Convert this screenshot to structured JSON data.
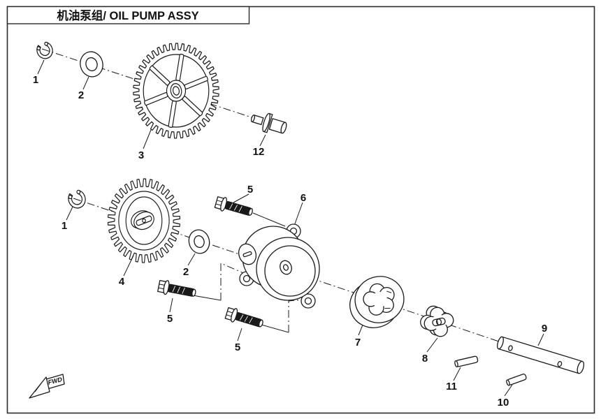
{
  "title": {
    "text": "机油泵组/ OIL PUMP ASSY"
  },
  "direction_marker": {
    "label": "FWD"
  },
  "colors": {
    "line": "#1a1a1a",
    "background": "#ffffff"
  },
  "callouts": [
    {
      "label": "1"
    },
    {
      "label": "2"
    },
    {
      "label": "3"
    },
    {
      "label": "12"
    },
    {
      "label": "1"
    },
    {
      "label": "4"
    },
    {
      "label": "2"
    },
    {
      "label": "5"
    },
    {
      "label": "6"
    },
    {
      "label": "5"
    },
    {
      "label": "5"
    },
    {
      "label": "7"
    },
    {
      "label": "8"
    },
    {
      "label": "9"
    },
    {
      "label": "11"
    },
    {
      "label": "10"
    }
  ]
}
